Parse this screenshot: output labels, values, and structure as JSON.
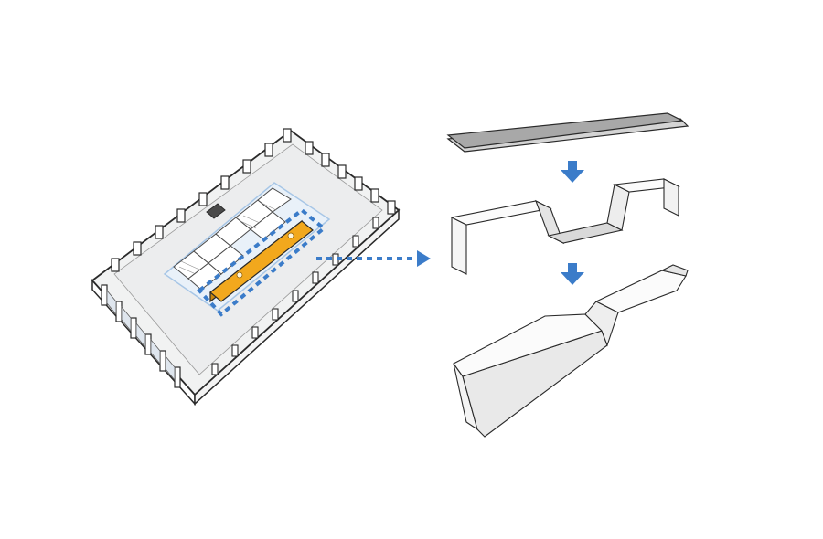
{
  "colors": {
    "background": "#ffffff",
    "arrow_blue": "#3b7cc9",
    "highlight_orange": "#f2a81d",
    "slab_top": "#f1f2f2",
    "slab_edge": "#ffffff",
    "outline": "#2a2a2a",
    "plank_top": "#a8a8a8",
    "plank_side": "#d4d4d4",
    "ribbon_light": "#fbfbfb",
    "ribbon_mid": "#e4e4e4"
  },
  "icons": {
    "floor_plate": "isometric-floor-plan-icon",
    "dotted_arrow": "dotted-arrow-right-icon",
    "down_arrow": "arrow-down-icon"
  },
  "steps": [
    {
      "name": "flat-plank"
    },
    {
      "name": "folded-ribbon"
    },
    {
      "name": "twisted-ribbon"
    }
  ]
}
